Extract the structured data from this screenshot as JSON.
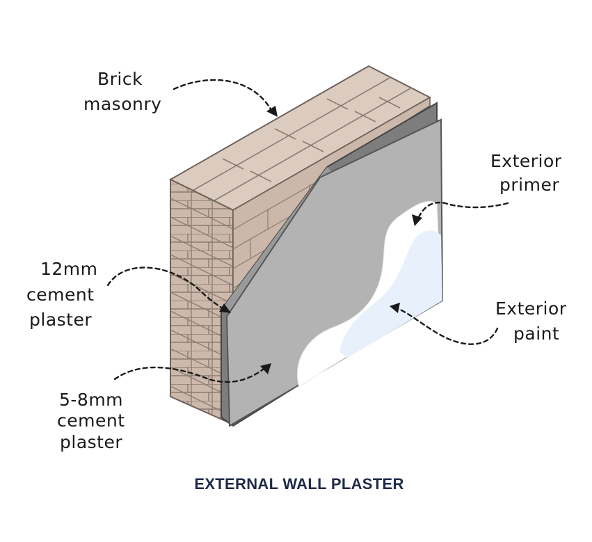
{
  "title": "EXTERNAL WALL PLASTER",
  "labels": {
    "brick_masonry": [
      "Brick",
      "masonry"
    ],
    "exterior_primer": [
      "Exterior",
      "primer"
    ],
    "cement_plaster_12mm": [
      "12mm",
      "cement",
      "plaster"
    ],
    "exterior_paint": [
      "Exterior",
      "paint"
    ],
    "cement_plaster_5_8mm": [
      "5-8mm",
      "cement",
      "plaster"
    ]
  },
  "colors": {
    "brick": "#d2bfb2",
    "brick_mortar": "#8b7b70",
    "plaster_base": "#7d7d7d",
    "plaster_finish": "#b5b5b5",
    "primer": "#ffffff",
    "paint": "#e8f1fb",
    "title": "#1f2a4a"
  }
}
